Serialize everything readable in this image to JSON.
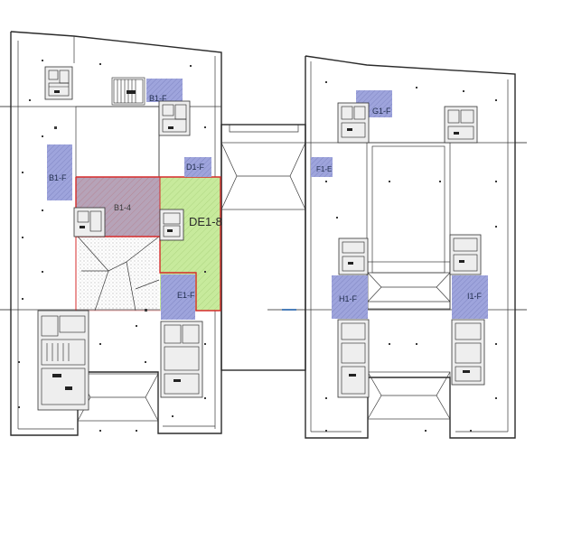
{
  "colors": {
    "core_fill": "#9ea4dc",
    "zone_b14": "#b6a3b8",
    "zone_de18": "#c7ea9c",
    "zone_border": "#d52b2b",
    "line": "#2b2b2b",
    "axis_line": "#1f5fa8"
  },
  "labels": {
    "b1f_top": "B1-F",
    "g1f": "G1-F",
    "d1f": "D1-F",
    "f1e": "F1-E",
    "b1f_left": "B1-F",
    "b14": "B1-4",
    "de18": "DE1-8",
    "e1f": "E1-F",
    "h1f": "H1-F",
    "i1f": "I1-F"
  },
  "icons": {
    "hatch": "diagonal-hatch",
    "stair": "stair-lines"
  }
}
